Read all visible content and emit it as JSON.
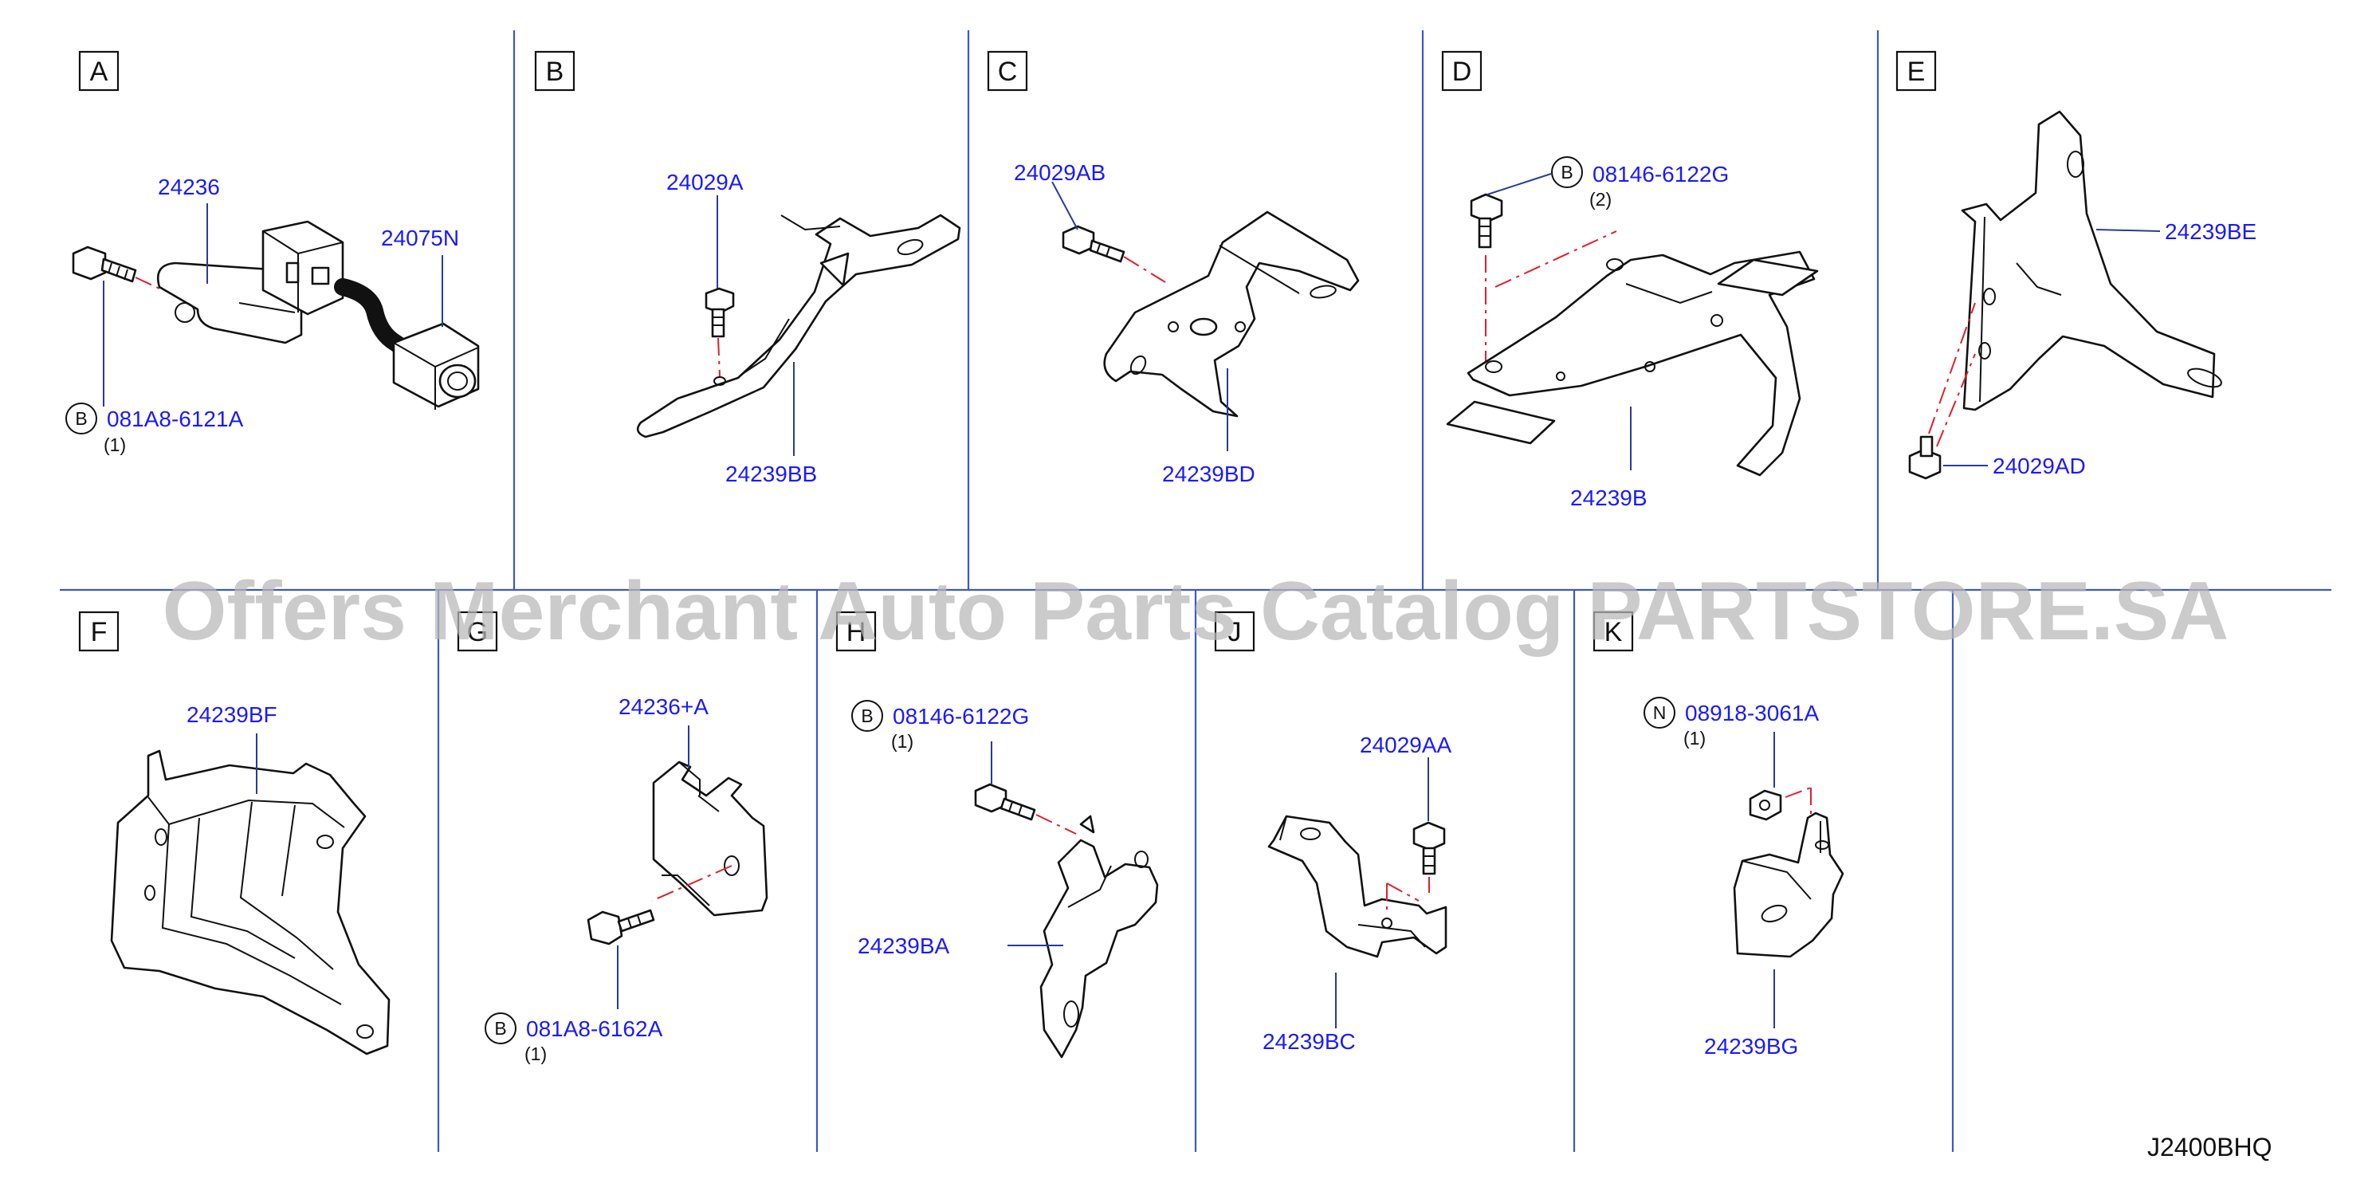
{
  "sections": {
    "A": "A",
    "B": "B",
    "C": "C",
    "D": "D",
    "E": "E",
    "F": "F",
    "G": "G",
    "H": "H",
    "J": "J",
    "K": "K"
  },
  "parts": {
    "a_sensor": "24236",
    "a_harness": "24075N",
    "a_bolt": "081A8-6121A",
    "a_bolt_prefix": "B",
    "a_bolt_qty": "(1)",
    "b_bolt": "24029A",
    "b_bracket": "24239BB",
    "c_bolt": "24029AB",
    "c_bracket": "24239BD",
    "d_bolt": "08146-6122G",
    "d_bolt_prefix": "B",
    "d_bolt_qty": "(2)",
    "d_bracket": "24239B",
    "e_bracket": "24239BE",
    "e_bolt": "24029AD",
    "f_bracket": "24239BF",
    "g_bracket": "24236+A",
    "g_bolt": "081A8-6162A",
    "g_bolt_prefix": "B",
    "g_bolt_qty": "(1)",
    "h_bolt": "08146-6122G",
    "h_bolt_prefix": "B",
    "h_bolt_qty": "(1)",
    "h_bracket": "24239BA",
    "j_bolt": "24029AA",
    "j_bracket": "24239BC",
    "k_nut": "08918-3061A",
    "k_nut_prefix": "N",
    "k_nut_qty": "(1)",
    "k_bracket": "24239BG"
  },
  "diagram_code": "J2400BHQ",
  "watermark": "Offers Merchant Auto Parts Catalog PARTSTORE.SA",
  "colors": {
    "label": "#1a1aff",
    "grid": "#3b5bbf",
    "guide": "#e0202a",
    "watermark": "#b8b8b8"
  }
}
